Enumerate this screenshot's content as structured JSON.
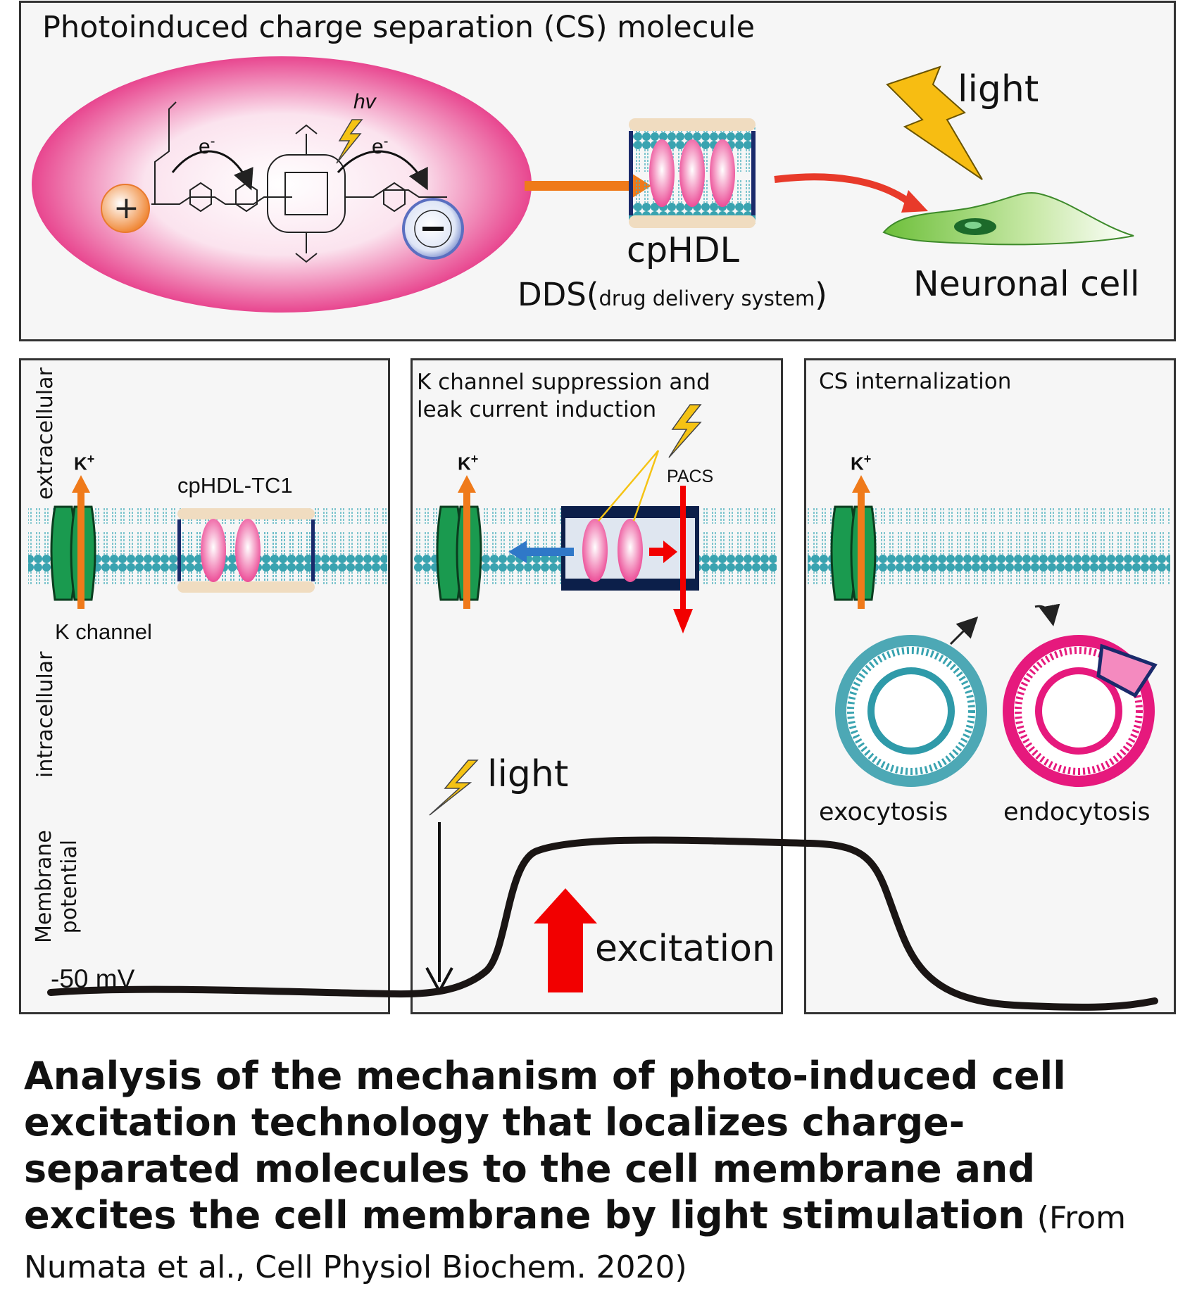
{
  "top": {
    "title": "Photoinduced charge separation (CS) molecule",
    "hv": "hv",
    "electron_left": "e",
    "electron_right": "e",
    "electron_sup": "-",
    "cphdl": "cpHDL",
    "dds_main": "DDS(",
    "dds_small": "drug delivery system",
    "dds_close": ")",
    "light": "light",
    "neuronal_cell": "Neuronal cell"
  },
  "side_labels": {
    "extracellular": "extracellular",
    "intracellular": "intracellular",
    "membrane": "Membrane",
    "potential": "potential"
  },
  "panel_left": {
    "k_ion": "K",
    "k_sup": "+",
    "cphdl_tc1": "cpHDL-TC1",
    "k_channel": "K channel",
    "mv": "-50 mV"
  },
  "panel_mid": {
    "title_line1": "K channel suppression and",
    "title_line2": "leak current induction",
    "k_ion": "K",
    "k_sup": "+",
    "pacs": "PACS",
    "light": "light",
    "excitation": "excitation"
  },
  "panel_right": {
    "title": "CS internalization",
    "k_ion": "K",
    "k_sup": "+",
    "exocytosis": "exocytosis",
    "endocytosis": "endocytosis"
  },
  "caption": {
    "main": "Analysis of the mechanism of photo-induced cell excitation technology that localizes charge-separated molecules to the cell membrane and excites the cell membrane by light stimulation",
    "citation": "(From Numata et al., Cell Physiol Biochem. 2020)"
  },
  "colors": {
    "magenta": "#e8468f",
    "membrane_teal": "#2f9aa9",
    "channel_green": "#1a9a4f",
    "orange": "#ef7a1a",
    "pink_disc": "#f06aa8",
    "bolt_yellow": "#f5c314",
    "red_arrow": "#f20000",
    "blue_arrow": "#2f78c8",
    "navy": "#1a2a6b",
    "trace": "#1a1514"
  }
}
